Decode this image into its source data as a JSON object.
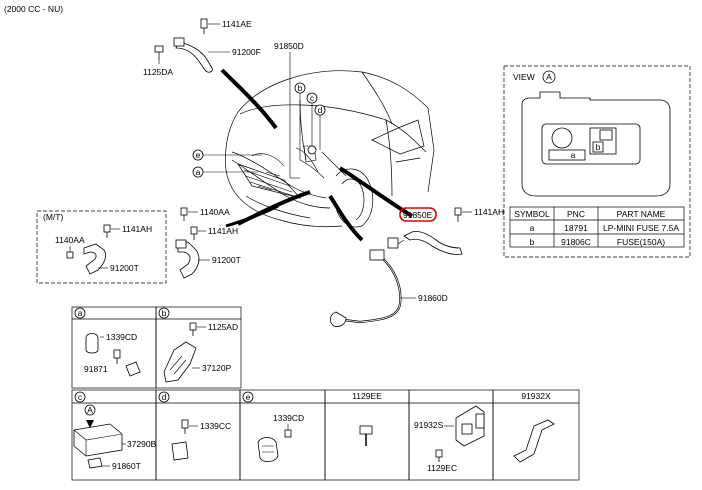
{
  "title": "(2000 CC - NU)",
  "main_labels": {
    "p1141AE": "1141AE",
    "p91200F": "91200F",
    "p1125DA": "1125DA",
    "p91850D": "91850D",
    "p1140AA": "1140AA",
    "p1141AH_mid": "1141AH",
    "p91200T_mid": "91200T",
    "p91850E": "91850E",
    "p1141AH_right": "1141AH",
    "p91860D": "91860D"
  },
  "callouts": [
    "a",
    "b",
    "c",
    "d",
    "e"
  ],
  "mt_box": {
    "title": "(M/T)",
    "p1140AA": "1140AA",
    "p1141AH": "1141AH",
    "p91200T": "91200T"
  },
  "view_box": {
    "title": "VIEW",
    "ref": "A",
    "table": {
      "headers": [
        "SYMBOL",
        "PNC",
        "PART NAME"
      ],
      "rows": [
        [
          "a",
          "18791",
          "LP-MINI FUSE 7.5A"
        ],
        [
          "b",
          "91806C",
          "FUSE(150A)"
        ]
      ]
    },
    "inner_a": "a",
    "inner_b": "b"
  },
  "detail_boxes": {
    "a": {
      "letter": "a",
      "parts": [
        "1339CD",
        "91871"
      ]
    },
    "b": {
      "letter": "b",
      "parts": [
        "1125AD",
        "37120P"
      ]
    },
    "c": {
      "letter": "c",
      "ref": "A",
      "parts": [
        "37290B",
        "91860T"
      ]
    },
    "d": {
      "letter": "d",
      "parts": [
        "1339CC"
      ]
    },
    "e": {
      "letter": "e",
      "parts": [
        "1339CD"
      ]
    },
    "f": {
      "header": "1129EE"
    },
    "g": {
      "parts": [
        "91932S",
        "1129EC"
      ]
    },
    "h": {
      "header": "91932X"
    }
  }
}
